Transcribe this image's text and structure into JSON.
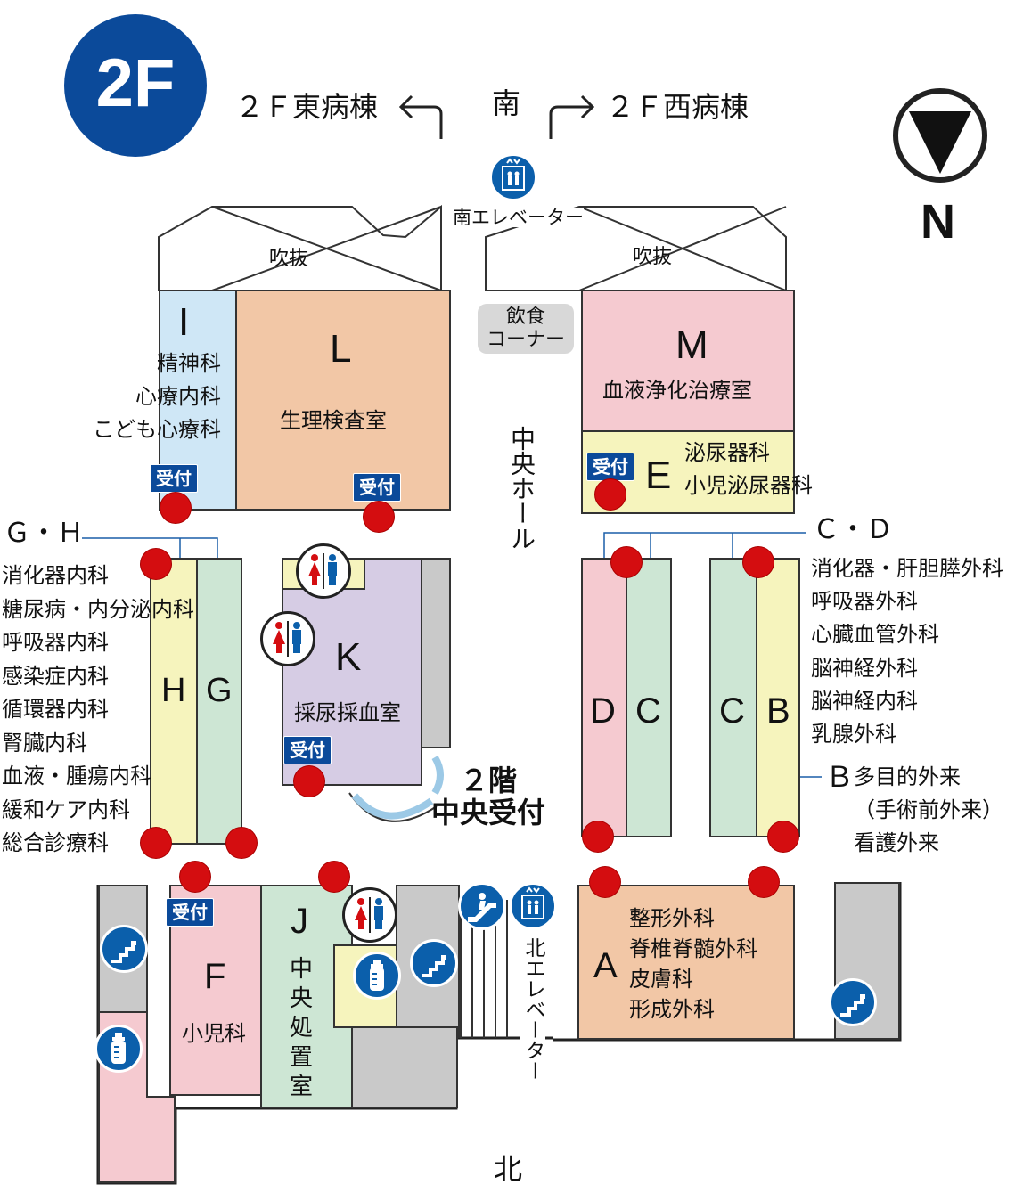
{
  "floor_label": "2F",
  "directions": {
    "south": "南",
    "north": "北",
    "east_ward": "２Ｆ東病棟",
    "west_ward": "２Ｆ西病棟",
    "compass_n": "N"
  },
  "areas": {
    "atrium_left": "吹抜",
    "atrium_right": "吹抜",
    "food_corner": "飲食\nコーナー",
    "central_hall": "中央ホール",
    "south_elevator": "南エレベーター",
    "north_elevator": "北エレベーター",
    "central_reception": "２階\n中央受付"
  },
  "rooms": {
    "I": {
      "letter": "I",
      "depts": "精神科\n心療内科\nこども心療科"
    },
    "L": {
      "letter": "L",
      "depts": "生理検査室"
    },
    "M": {
      "letter": "M",
      "depts": "血液浄化治療室"
    },
    "E": {
      "letter": "E",
      "depts": "泌尿器科\n小児泌尿器科"
    },
    "K": {
      "letter": "K",
      "depts": "採尿採血室"
    },
    "H": {
      "letter": "H"
    },
    "G": {
      "letter": "G"
    },
    "D": {
      "letter": "D"
    },
    "C1": {
      "letter": "C"
    },
    "C2": {
      "letter": "C"
    },
    "B": {
      "letter": "B"
    },
    "J": {
      "letter": "J",
      "depts": "中\n央\n処\n置\n室"
    },
    "F": {
      "letter": "F",
      "depts": "小児科"
    },
    "A": {
      "letter": "A",
      "depts": "整形外科\n脊椎脊髄外科\n皮膚科\n形成外科"
    }
  },
  "callouts": {
    "gh": {
      "title": "Ｇ・Ｈ",
      "depts": "消化器内科\n糖尿病・内分泌内科\n呼吸器内科\n感染症内科\n循環器内科\n腎臓内科\n血液・腫瘍内科\n緩和ケア内科\n総合診療科"
    },
    "cd": {
      "title": "Ｃ・Ｄ",
      "depts": "消化器・肝胆膵外科\n呼吸器外科\n心臓血管外科\n脳神経外科\n脳神経内科\n乳腺外科"
    },
    "b": {
      "title": "Ｂ",
      "depts": "多目的外来\n（手術前外来）\n看護外来"
    }
  },
  "reception_label": "受付",
  "colors": {
    "navy": "#0b4a9a",
    "red_dot": "#d40d10",
    "room_blue": "#cfe7f6",
    "room_orange": "#f2c7a6",
    "room_pink": "#f5cad0",
    "room_yellow": "#f6f4bd",
    "room_green": "#cde6d4",
    "room_purple": "#d6cce4",
    "gray": "#c9c9c9"
  }
}
